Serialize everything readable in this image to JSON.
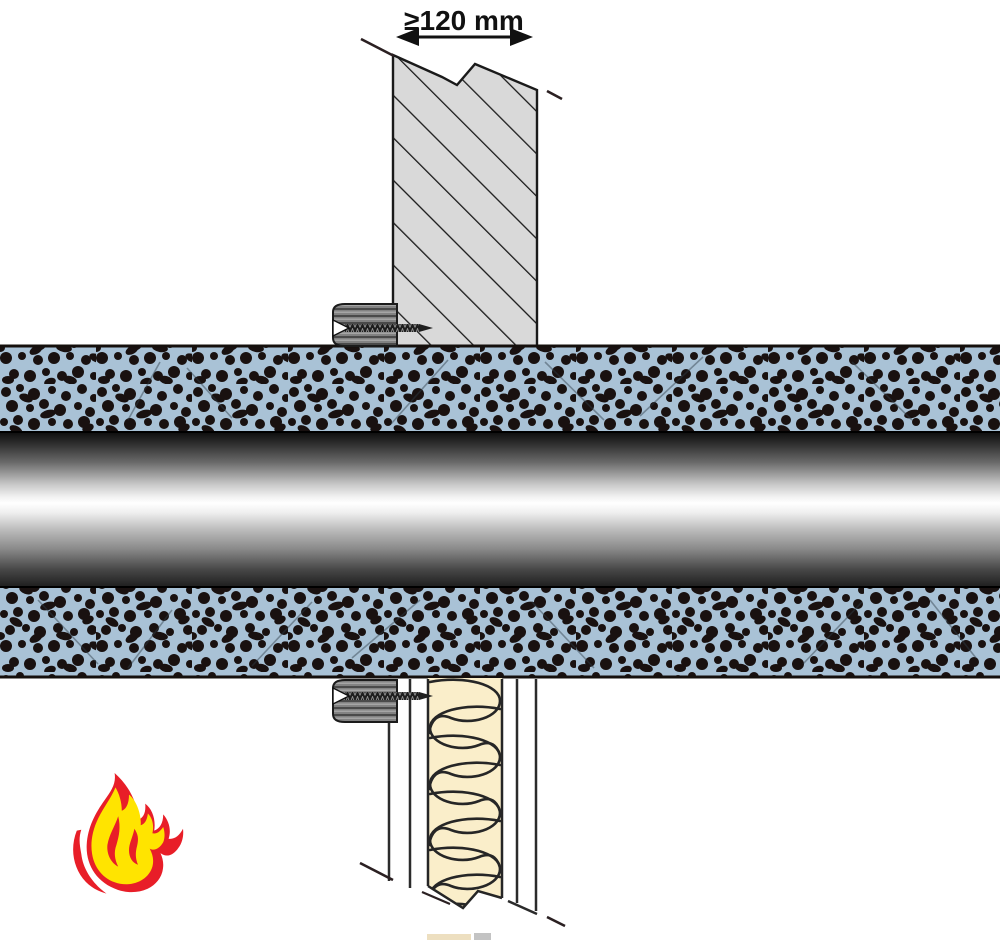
{
  "dimension": {
    "label": "≥120 mm"
  },
  "icons": {
    "fire_icon": "flame",
    "dimension_arrow_icon": "double-headed-arrow"
  },
  "colors": {
    "flame_red": "#e81e28",
    "flame_yellow": "#ffe400",
    "insulation_base": "#a9c2d6",
    "insulation_speckle": "#191110",
    "mineral_wool": "#faeeca",
    "wall_gray": "#d9d9d9",
    "outline_dark": "#1c1c1c",
    "pipe_highlight": "#ffffff",
    "bracket_gray": "#828282"
  }
}
